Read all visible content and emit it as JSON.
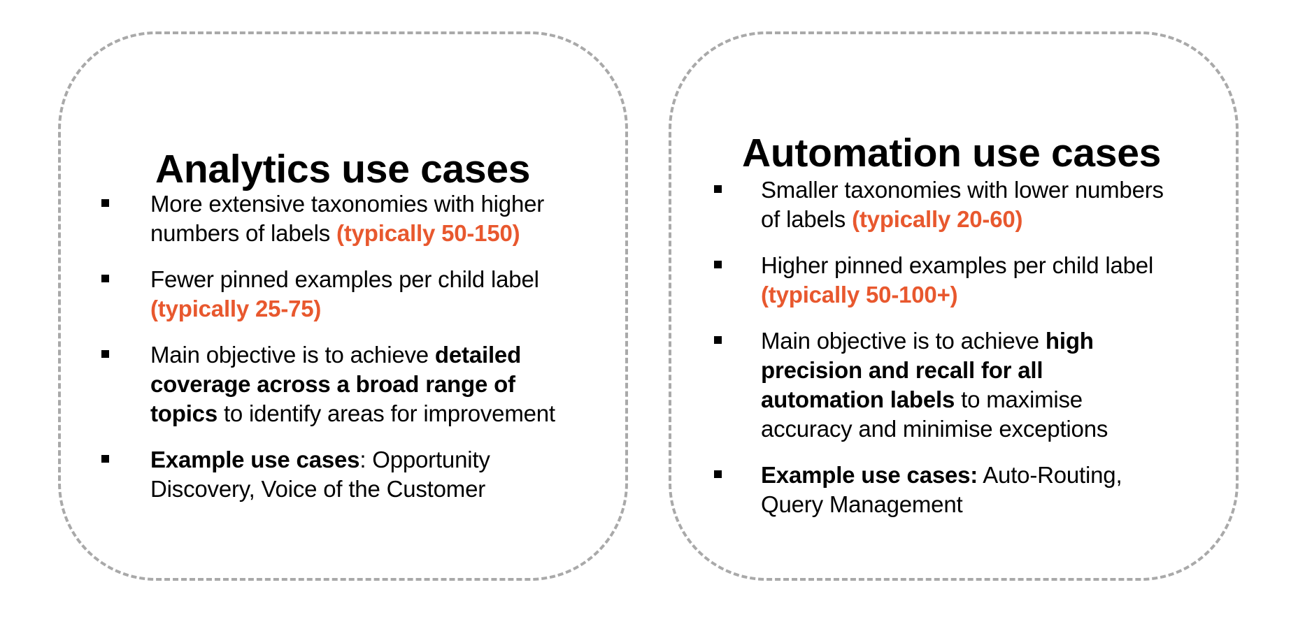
{
  "colors": {
    "accent": "#E8582E",
    "border": "#A9A9A9"
  },
  "cards": [
    {
      "title": "Analytics use cases",
      "items": [
        [
          {
            "t": "More extensive taxonomies with higher",
            "s": "n"
          },
          {
            "br": true
          },
          {
            "t": "numbers of labels ",
            "s": "n"
          },
          {
            "t": "(typically 50-150)",
            "s": "a"
          }
        ],
        [
          {
            "t": "Fewer pinned examples per child label",
            "s": "n"
          },
          {
            "br": true
          },
          {
            "t": "(typically 25-75)",
            "s": "a"
          }
        ],
        [
          {
            "t": "Main objective is to achieve ",
            "s": "n"
          },
          {
            "t": "detailed",
            "s": "b"
          },
          {
            "br": true
          },
          {
            "t": "coverage across a broad range of",
            "s": "b"
          },
          {
            "br": true
          },
          {
            "t": "topics",
            "s": "b"
          },
          {
            "t": " to identify areas for improvement",
            "s": "n"
          }
        ],
        [
          {
            "t": "Example use cases",
            "s": "b"
          },
          {
            "t": ": Opportunity",
            "s": "n"
          },
          {
            "br": true
          },
          {
            "t": "Discovery, Voice of the Customer",
            "s": "n"
          }
        ]
      ]
    },
    {
      "title": "Automation use cases",
      "items": [
        [
          {
            "t": "Smaller taxonomies with lower numbers",
            "s": "n"
          },
          {
            "br": true
          },
          {
            "t": "of labels ",
            "s": "n"
          },
          {
            "t": "(typically 20-60)",
            "s": "a"
          }
        ],
        [
          {
            "t": "Higher pinned examples per child label",
            "s": "n"
          },
          {
            "br": true
          },
          {
            "t": "(typically 50-100+)",
            "s": "a"
          }
        ],
        [
          {
            "t": "Main objective is to achieve ",
            "s": "n"
          },
          {
            "t": "high",
            "s": "b"
          },
          {
            "br": true
          },
          {
            "t": "precision and recall for all",
            "s": "b"
          },
          {
            "br": true
          },
          {
            "t": "automation labels",
            "s": "b"
          },
          {
            "t": " to maximise",
            "s": "n"
          },
          {
            "br": true
          },
          {
            "t": "accuracy and minimise exceptions",
            "s": "n"
          }
        ],
        [
          {
            "t": "Example use cases:",
            "s": "b"
          },
          {
            "t": " Auto-Routing,",
            "s": "n"
          },
          {
            "br": true
          },
          {
            "t": "Query Management",
            "s": "n"
          }
        ]
      ]
    }
  ]
}
